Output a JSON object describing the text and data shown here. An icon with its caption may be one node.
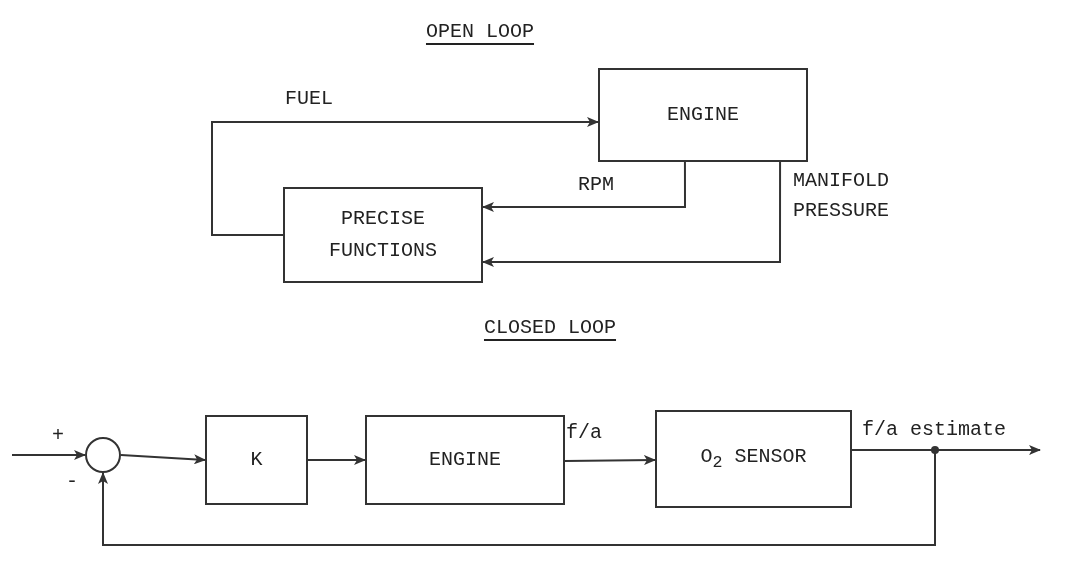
{
  "diagram": {
    "nodes": [
      {
        "text": [
          "ENGINE"
        ]
      },
      {
        "text": [
          "PRECISE FUNCTIONS"
        ]
      },
      {
        "text": [],
        "shape": "circle"
      },
      {
        "text": [
          "K"
        ]
      },
      {
        "text": [
          "ENGINE"
        ]
      },
      {
        "text": [
          "O$_{2}$ SENSOR"
        ]
      }
    ],
    "edges": [
      {
        "from": 1,
        "to": 0,
        "arrow": "to",
        "label": "FUEL"
      },
      {
        "from": 0,
        "to": 1,
        "arrow": "to",
        "label": "RPM"
      },
      {
        "from": 0,
        "to": 1,
        "arrow": "to",
        "label": "MANIFOLD PRESSURE"
      },
      {
        "from": null,
        "to": 2,
        "arrow": "to"
      },
      {
        "from": 2,
        "to": 3,
        "arrow": "to"
      },
      {
        "from": 3,
        "to": 4,
        "arrow": "to"
      },
      {
        "from": 4,
        "to": 5,
        "arrow": "to",
        "label": "f/a"
      },
      {
        "from": 5,
        "to": null,
        "arrow": "to",
        "label": "f/a estimate"
      },
      {
        "from": 5,
        "to": 2,
        "arrow": "to"
      }
    ],
    "labels": [
      "OPEN LOOP",
      "CLOSED LOOP",
      "+",
      "-"
    ]
  }
}
